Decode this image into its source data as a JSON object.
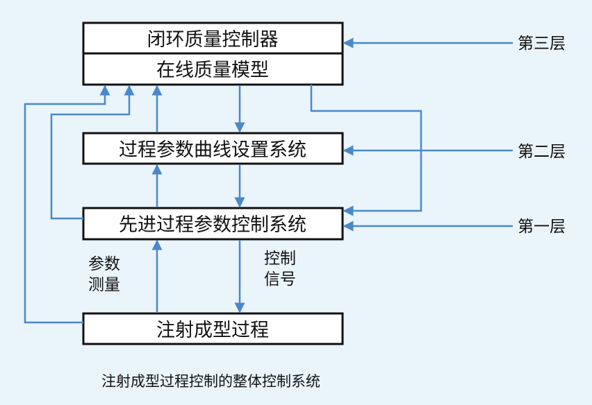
{
  "colors": {
    "arrow": "#4a88c8",
    "box_border": "#111111",
    "background": "#e9f4fb"
  },
  "boxes": {
    "closed_loop": "闭环质量控制器",
    "online_model": "在线质量模型",
    "curve_setting": "过程参数曲线设置系统",
    "advanced_control": "先进过程参数控制系统",
    "injection": "注射成型过程"
  },
  "levels": {
    "third": "第三层",
    "second": "第二层",
    "first": "第一层"
  },
  "labels": {
    "param_line1": "参数",
    "param_line2": "测量",
    "ctrl_line1": "控制",
    "ctrl_line2": "信号"
  },
  "caption": "注射成型过程控制的整体控制系统"
}
